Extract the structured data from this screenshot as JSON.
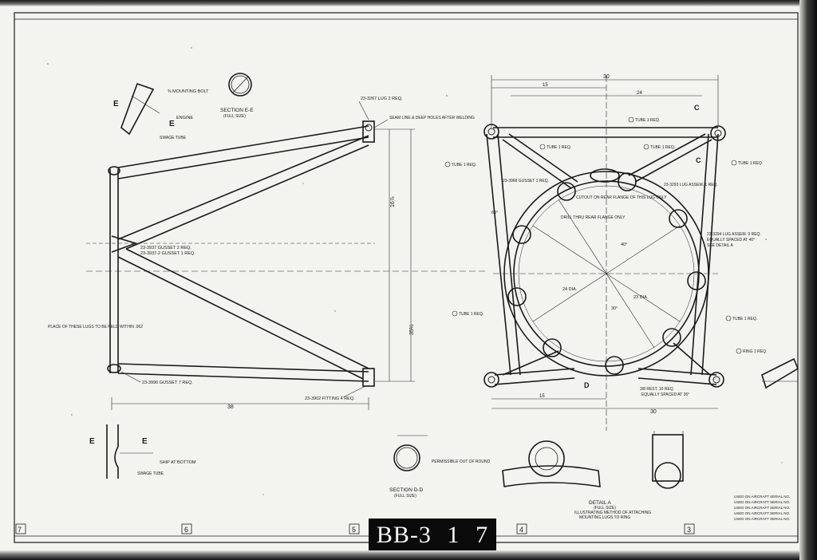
{
  "sheet": {
    "stamp": {
      "prefix": "BB-3",
      "digit1": "1",
      "digit2": "7"
    },
    "zones": [
      "7",
      "6",
      "5",
      "4",
      "3"
    ]
  },
  "left_view": {
    "engine_detail": {
      "mount_bolt": "⅜ MOUNTING BOLT",
      "engine": "ENGINE",
      "swage_tube": "SWAGE TUBE",
      "cut_marker": "E"
    },
    "section_ee": {
      "title": "SECTION E-E",
      "scale": "(FULL SIZE)"
    },
    "callouts": {
      "lug": "23-3267 LUG 2 REQ.",
      "seam": "SEAM LINE & DEEP HOLES AFTER WELDING",
      "gusset_top": "23-3937 GUSSET 2 REQ.",
      "gusset_top2": "23-3937-2 GUSSET 1 REQ.",
      "place_note": "PLACE OF THESE LUGS TO BE HELD WITHIN .062",
      "gusset_bottom": "23-3990 GUSSET 7 REQ.",
      "fitting": "23-3902 FITTING 4 REQ."
    },
    "dims": {
      "height": "35½",
      "upper": "16⅞",
      "width": "38"
    }
  },
  "right_view": {
    "dims": {
      "top": "30",
      "top_left": "15",
      "top_right": "24",
      "bottom": "30",
      "bottom_left": "15"
    },
    "callouts": {
      "tube_top": "TUBE 1 REQ.",
      "tube_tl": "TUBE 1 REQ.",
      "tube_tr": "TUBE 1 REQ.",
      "tube_left": "TUBE 1 REQ.",
      "tube_right": "TUBE 1 REQ.",
      "tube_lower_left": "TUBE 1 REQ.",
      "tube_lower_right": "TUBE 1 REQ.",
      "ring": "RING 1 REQ.",
      "gusset": "23-3968 GUSSET 1 REQ.",
      "lug_assem": "23-3293 LUG ASSEM. 1 REQ.",
      "lug_assem_9": "23-3294 LUG ASSEM. 9 REQ.",
      "equal": "EQUALLY SPACED AT 40°",
      "see_detail": "SEE DETAIL A",
      "cutout": "CUTOUT ON REAR FLANGE OF THIS LUG ONLY",
      "drill": "DRILL THRU REAR FLANGE ONLY",
      "rivet": "3/8 REST. 10 REQ.",
      "rivet2": "EQUALLY SPACED AT 36°",
      "dia1": "24 DIA.",
      "dia2": "23 DIA.",
      "angle1": "40°",
      "angle2": "30°",
      "angle3": "60°",
      "section_c": "C",
      "section_d": "D"
    }
  },
  "bottom": {
    "swage_detail": {
      "ship": "SHIP AT BOTTOM",
      "swage": "SWAGE TUBE",
      "cut": "E"
    },
    "section_dd": {
      "title": "SECTION D-D",
      "scale": "(FULL SIZE)",
      "note": "PERMISSIBLE OUT OF ROUND"
    },
    "detail_a": {
      "title": "DETAIL A",
      "scale": "(FULL SIZE)",
      "note1": "ILLUSTRATING METHOD OF ATTACHING",
      "note2": "MOUNTING LUGS TO RING"
    },
    "usage_notes": [
      "USED ON AIRCRAFT SERIAL NO.",
      "USED ON AIRCRAFT SERIAL NO.",
      "USED ON AIRCRAFT SERIAL NO.",
      "USED ON AIRCRAFT SERIAL NO.",
      "USED ON AIRCRAFT SERIAL NO."
    ]
  },
  "colors": {
    "paper": "#f3f3ef",
    "ink": "#1a1a1a",
    "stamp": "#0a0a0a"
  }
}
